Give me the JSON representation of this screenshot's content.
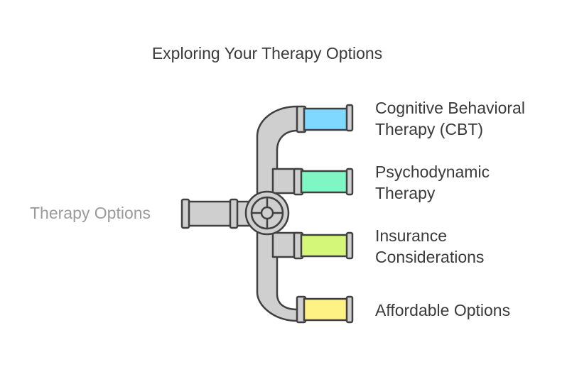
{
  "title": "Exploring Your Therapy Options",
  "source_label": "Therapy Options",
  "branches": [
    {
      "lines": [
        "Cognitive Behavioral",
        "Therapy (CBT)"
      ],
      "color": "#7fd8ff"
    },
    {
      "lines": [
        "Psychodynamic",
        "Therapy"
      ],
      "color": "#7ff7c4"
    },
    {
      "lines": [
        "Insurance",
        "Considerations"
      ],
      "color": "#d4f77a"
    },
    {
      "lines": [
        "Affordable Options"
      ],
      "color": "#fff284"
    }
  ],
  "colors": {
    "pipe": "#cfcfcf",
    "outline": "#404040",
    "text": "#3a3a3a",
    "muted": "#9a9a9a"
  }
}
